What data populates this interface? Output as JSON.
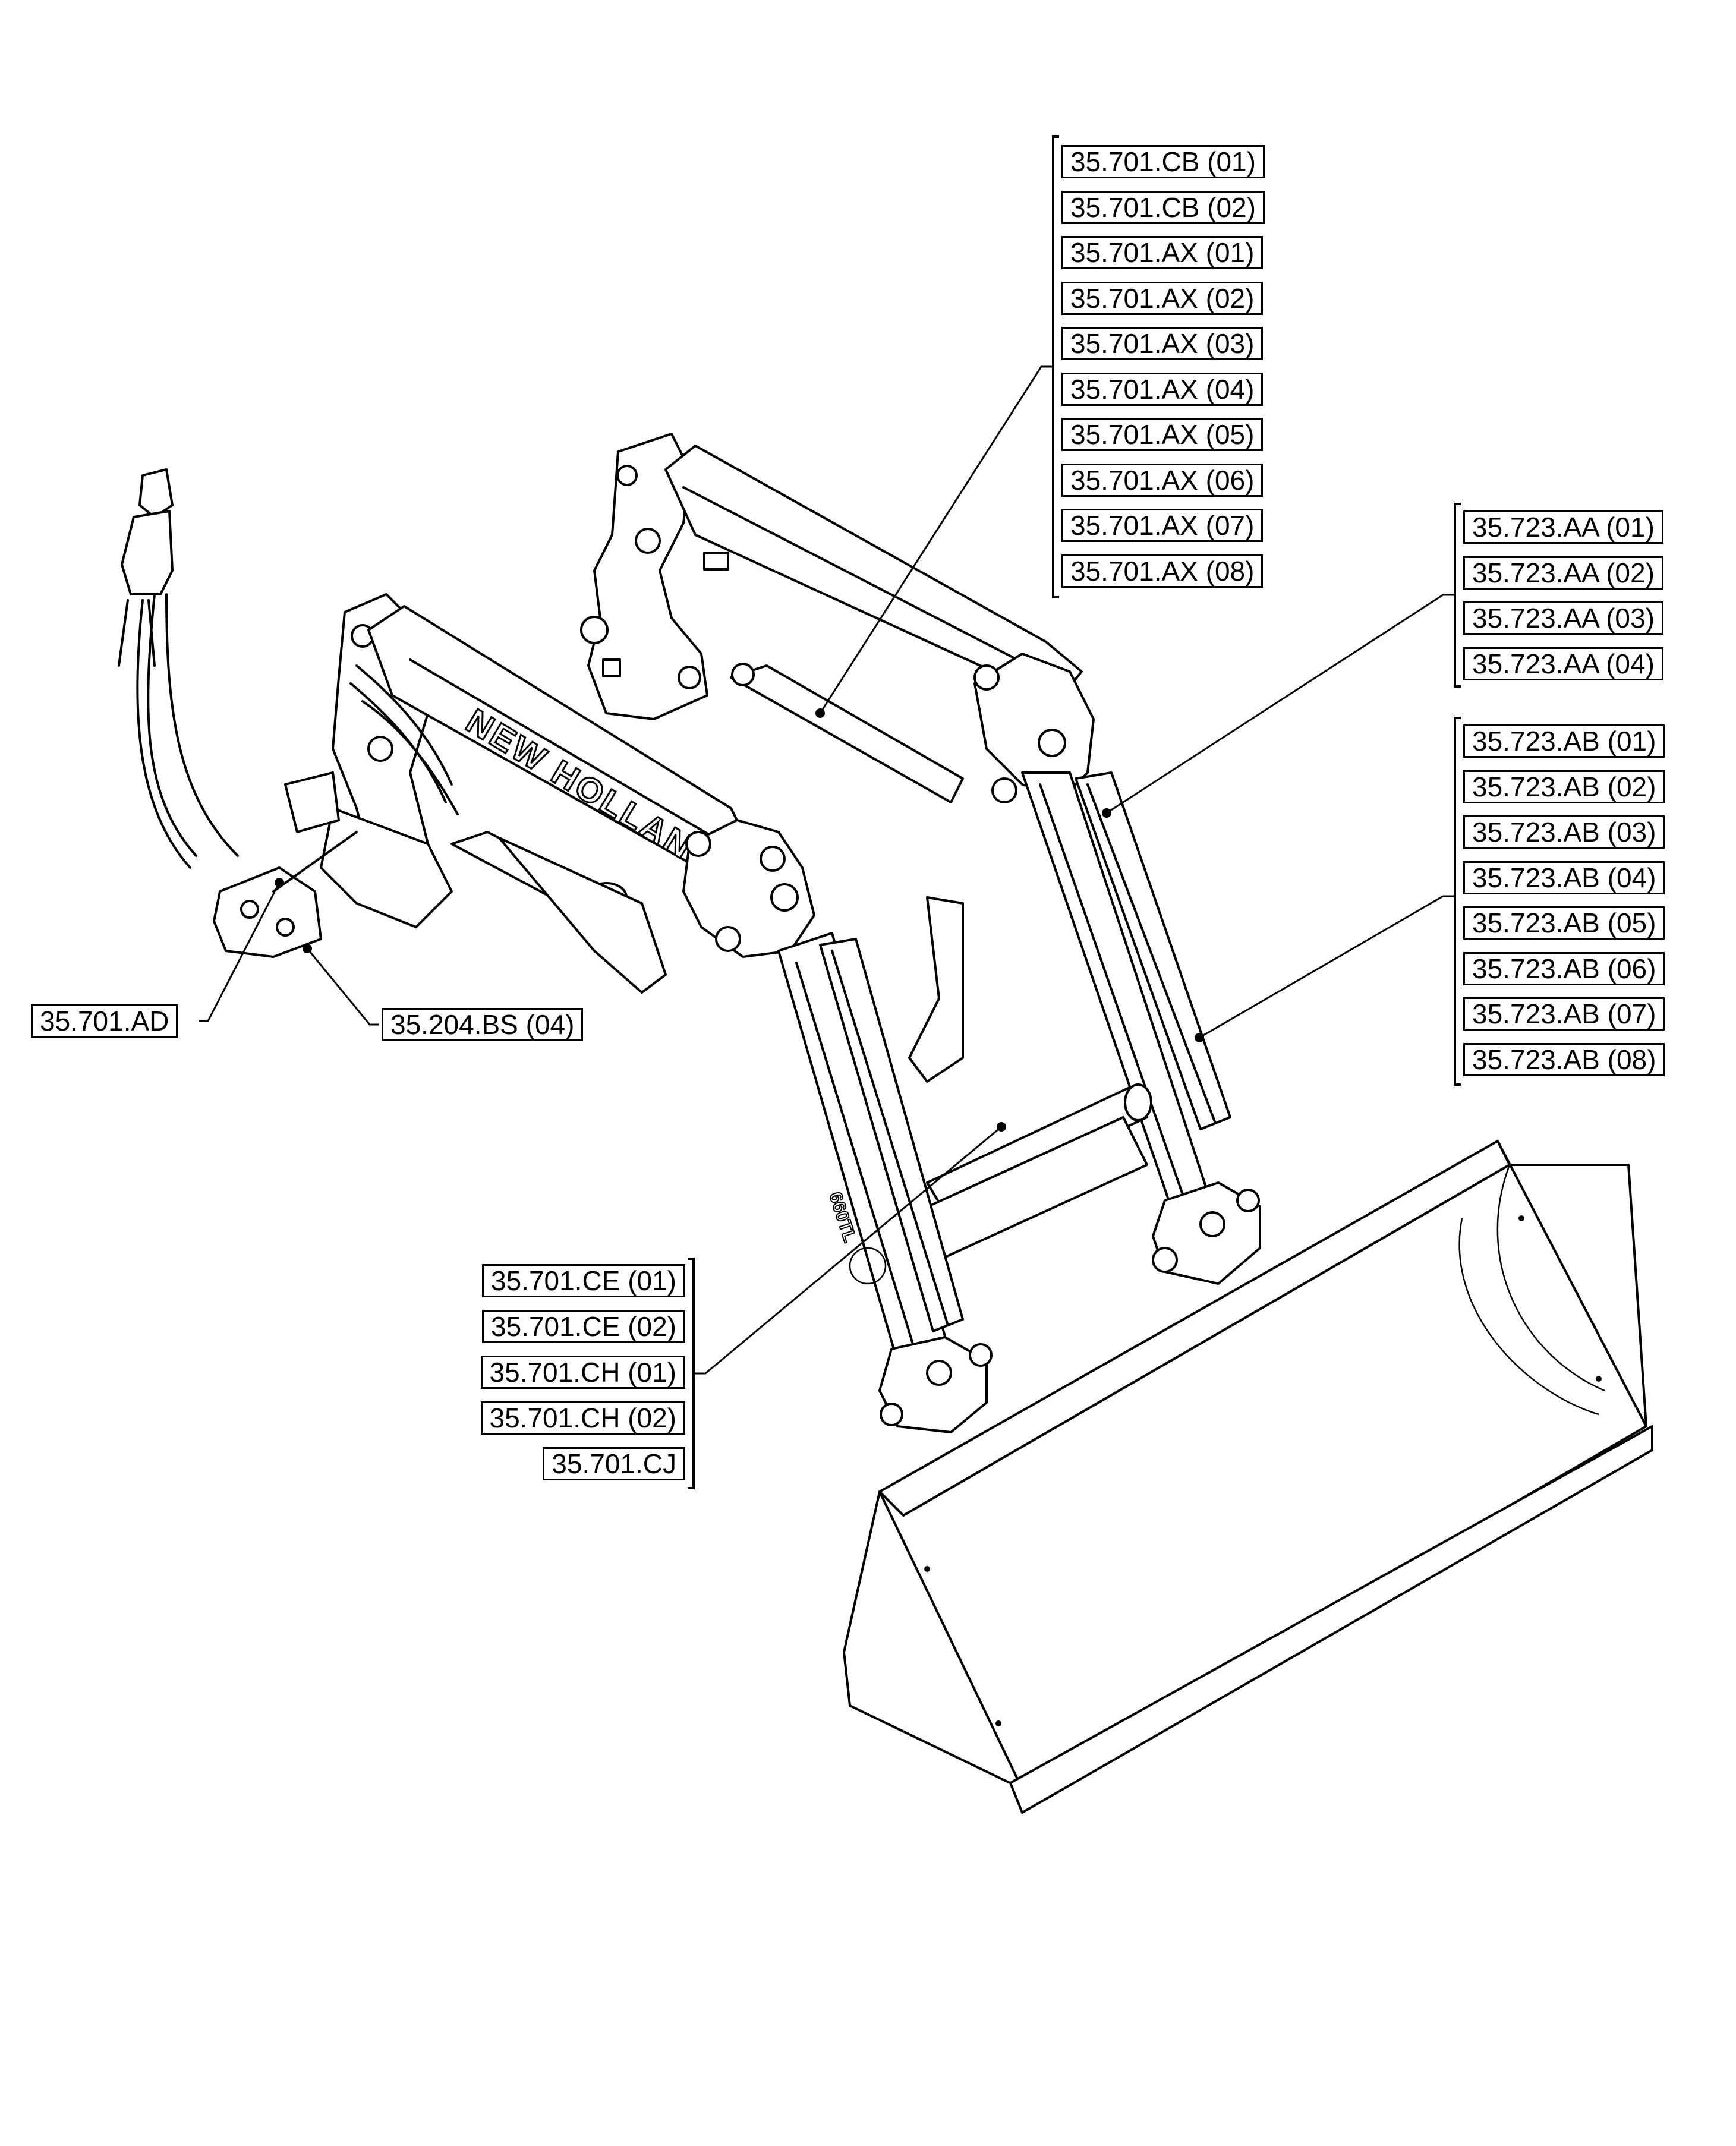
{
  "diagram": {
    "brand_text": "NEW HOLLAND",
    "model_text": "660TL"
  },
  "groups": {
    "top": [
      "35.701.CB (01)",
      "35.701.CB (02)",
      "35.701.AX (01)",
      "35.701.AX (02)",
      "35.701.AX (03)",
      "35.701.AX (04)",
      "35.701.AX (05)",
      "35.701.AX (06)",
      "35.701.AX (07)",
      "35.701.AX (08)"
    ],
    "aa": [
      "35.723.AA (01)",
      "35.723.AA (02)",
      "35.723.AA (03)",
      "35.723.AA (04)"
    ],
    "ab": [
      "35.723.AB (01)",
      "35.723.AB (02)",
      "35.723.AB (03)",
      "35.723.AB (04)",
      "35.723.AB (05)",
      "35.723.AB (06)",
      "35.723.AB (07)",
      "35.723.AB (08)"
    ],
    "ce": [
      "35.701.CE (01)",
      "35.701.CE (02)",
      "35.701.CH (01)",
      "35.701.CH (02)",
      "35.701.CJ"
    ],
    "ad": [
      "35.701.AD"
    ],
    "bs": [
      "35.204.BS (04)"
    ]
  }
}
